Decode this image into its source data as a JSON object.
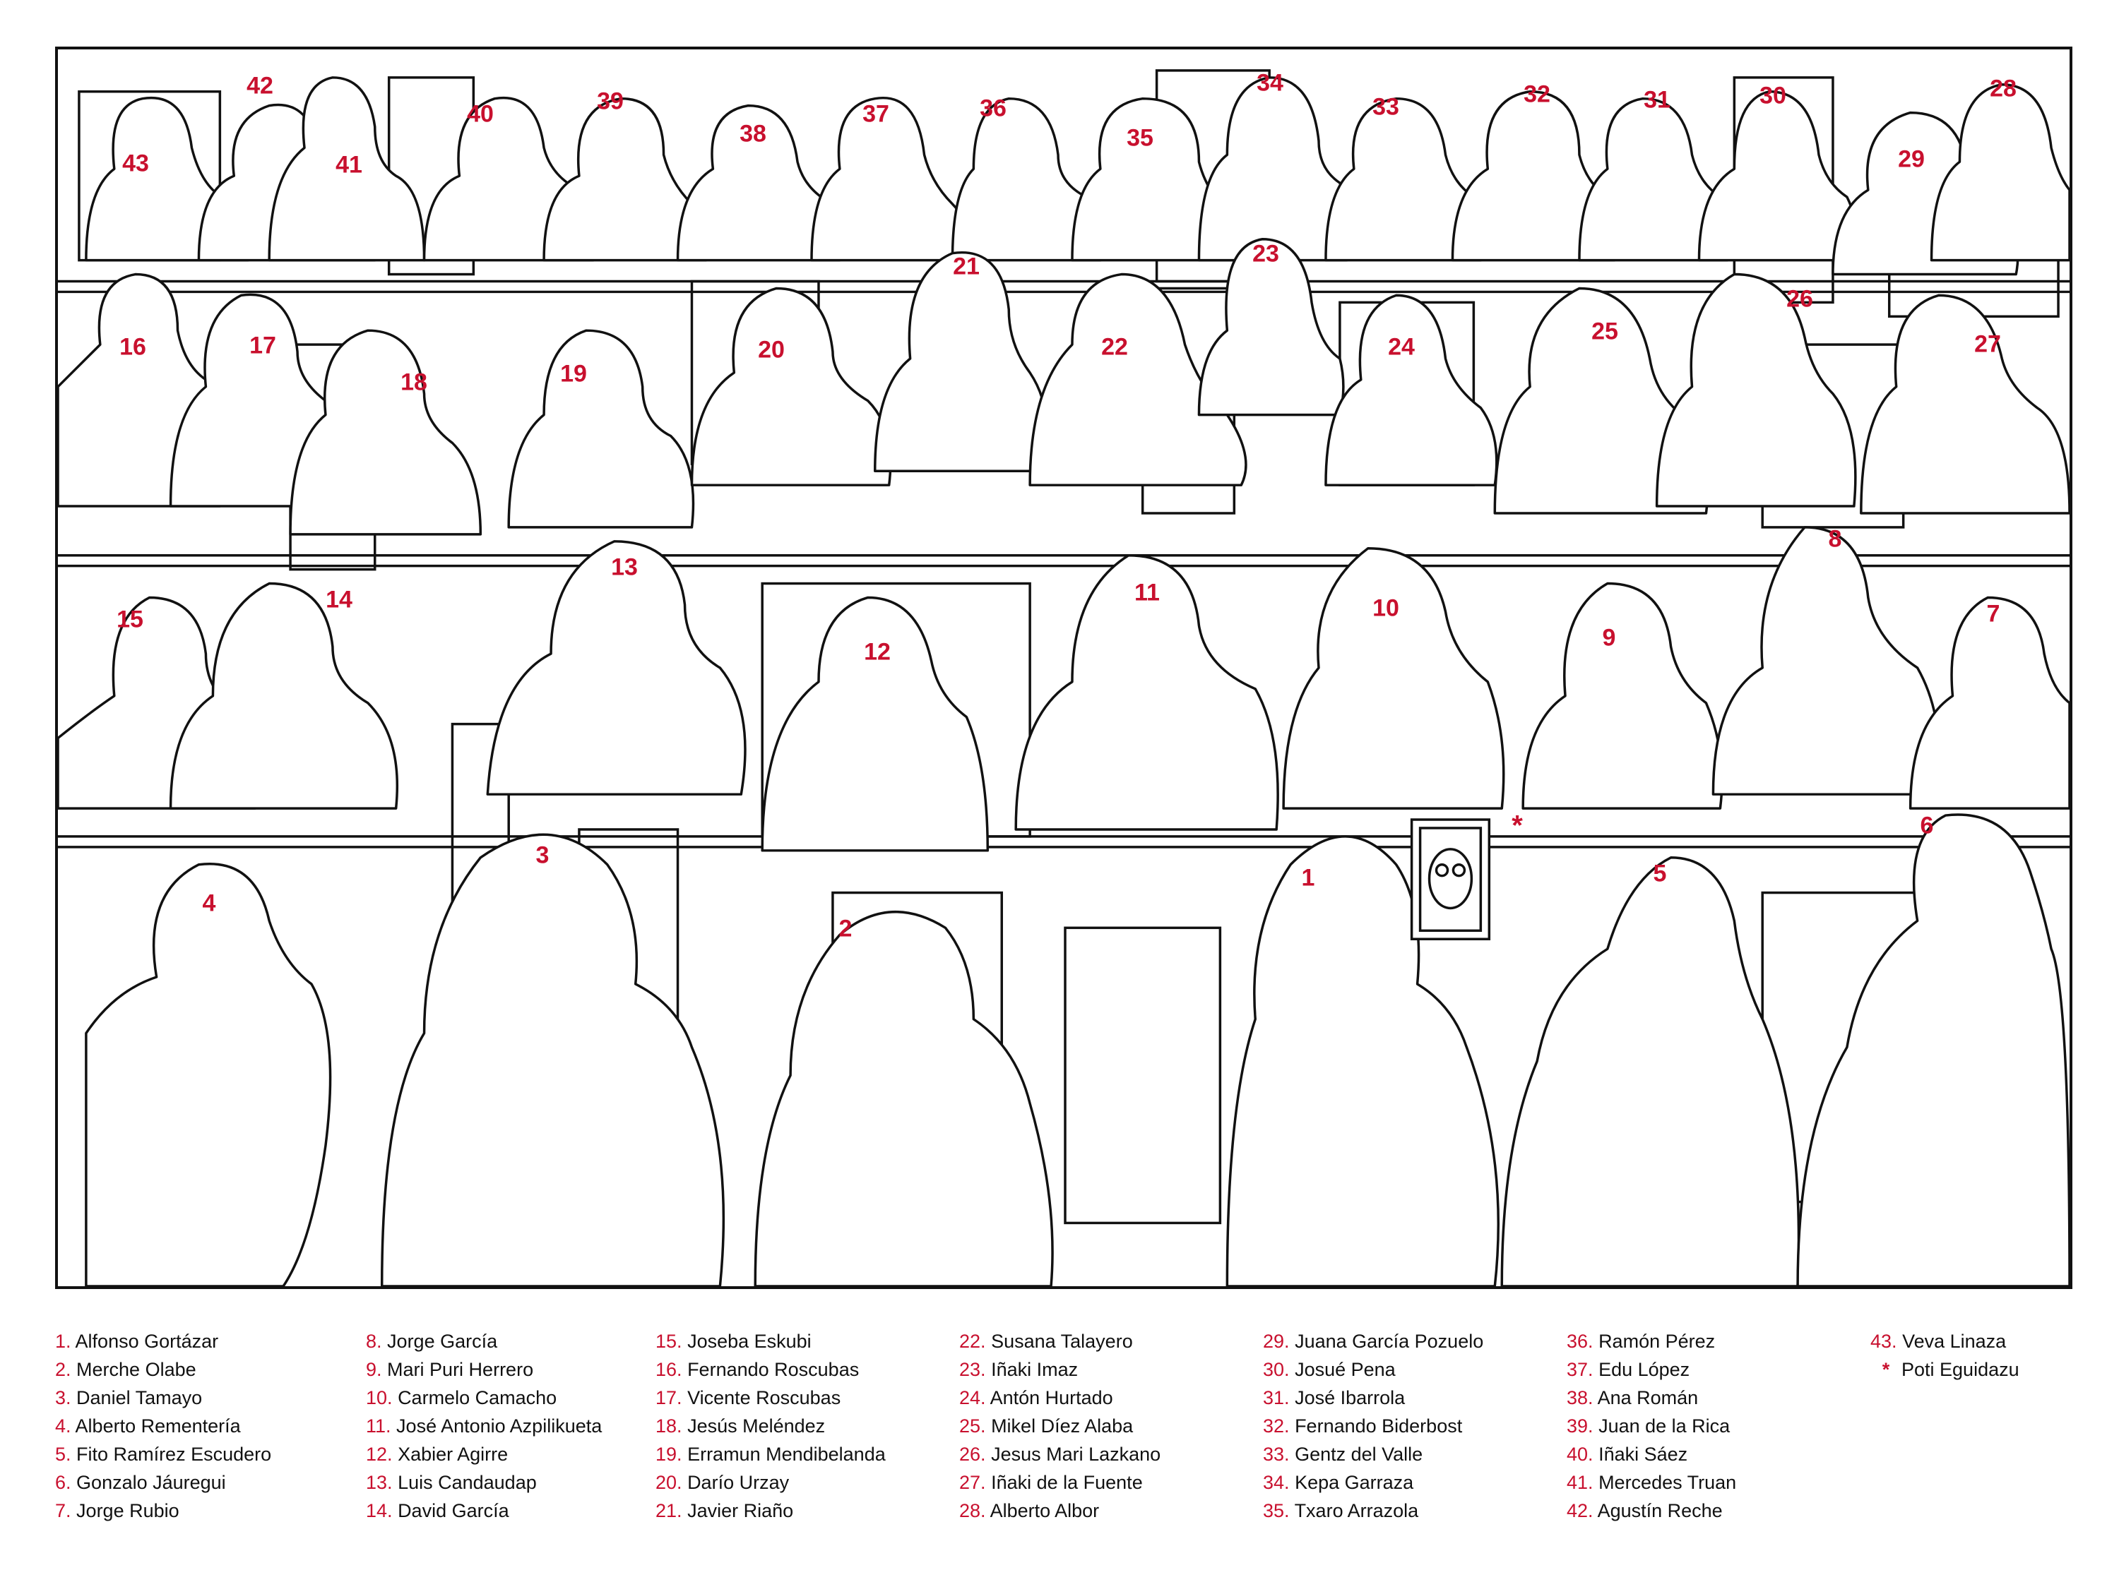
{
  "people": [
    {
      "n": "1",
      "name": "Alfonso Gortázar"
    },
    {
      "n": "2",
      "name": "Merche Olabe"
    },
    {
      "n": "3",
      "name": "Daniel Tamayo"
    },
    {
      "n": "4",
      "name": "Alberto Rementería"
    },
    {
      "n": "5",
      "name": "Fito Ramírez Escudero"
    },
    {
      "n": "6",
      "name": "Gonzalo Jáuregui"
    },
    {
      "n": "7",
      "name": "Jorge Rubio"
    },
    {
      "n": "8",
      "name": "Jorge García"
    },
    {
      "n": "9",
      "name": "Mari Puri Herrero"
    },
    {
      "n": "10",
      "name": "Carmelo Camacho"
    },
    {
      "n": "11",
      "name": "José Antonio Azpilikueta"
    },
    {
      "n": "12",
      "name": "Xabier Agirre"
    },
    {
      "n": "13",
      "name": "Luis Candaudap"
    },
    {
      "n": "14",
      "name": "David García"
    },
    {
      "n": "15",
      "name": "Joseba Eskubi"
    },
    {
      "n": "16",
      "name": "Fernando Roscubas"
    },
    {
      "n": "17",
      "name": "Vicente Roscubas"
    },
    {
      "n": "18",
      "name": "Jesús Meléndez"
    },
    {
      "n": "19",
      "name": "Erramun Mendibelanda"
    },
    {
      "n": "20",
      "name": "Darío Urzay"
    },
    {
      "n": "21",
      "name": "Javier Riaño"
    },
    {
      "n": "22",
      "name": "Susana Talayero"
    },
    {
      "n": "23",
      "name": "Iñaki Imaz"
    },
    {
      "n": "24",
      "name": "Antón Hurtado"
    },
    {
      "n": "25",
      "name": "Mikel Díez Alaba"
    },
    {
      "n": "26",
      "name": "Jesus Mari Lazkano"
    },
    {
      "n": "27",
      "name": "Iñaki de la Fuente"
    },
    {
      "n": "28",
      "name": "Alberto Albor"
    },
    {
      "n": "29",
      "name": "Juana García Pozuelo"
    },
    {
      "n": "30",
      "name": "Josué Pena"
    },
    {
      "n": "31",
      "name": "José Ibarrola"
    },
    {
      "n": "32",
      "name": "Fernando Biderbost"
    },
    {
      "n": "33",
      "name": "Gentz del Valle"
    },
    {
      "n": "34",
      "name": "Kepa Garraza"
    },
    {
      "n": "35",
      "name": "Txaro Arrazola"
    },
    {
      "n": "36",
      "name": "Ramón Pérez"
    },
    {
      "n": "37",
      "name": "Edu López"
    },
    {
      "n": "38",
      "name": "Ana Román"
    },
    {
      "n": "39",
      "name": "Juan de la Rica"
    },
    {
      "n": "40",
      "name": "Iñaki Sáez"
    },
    {
      "n": "41",
      "name": "Mercedes Truan"
    },
    {
      "n": "42",
      "name": "Agustín Reche"
    },
    {
      "n": "43",
      "name": "Veva Linaza"
    }
  ],
  "special": {
    "mark": "*",
    "name": "Poti Eguidazu"
  },
  "accent_color": "#c8102e"
}
